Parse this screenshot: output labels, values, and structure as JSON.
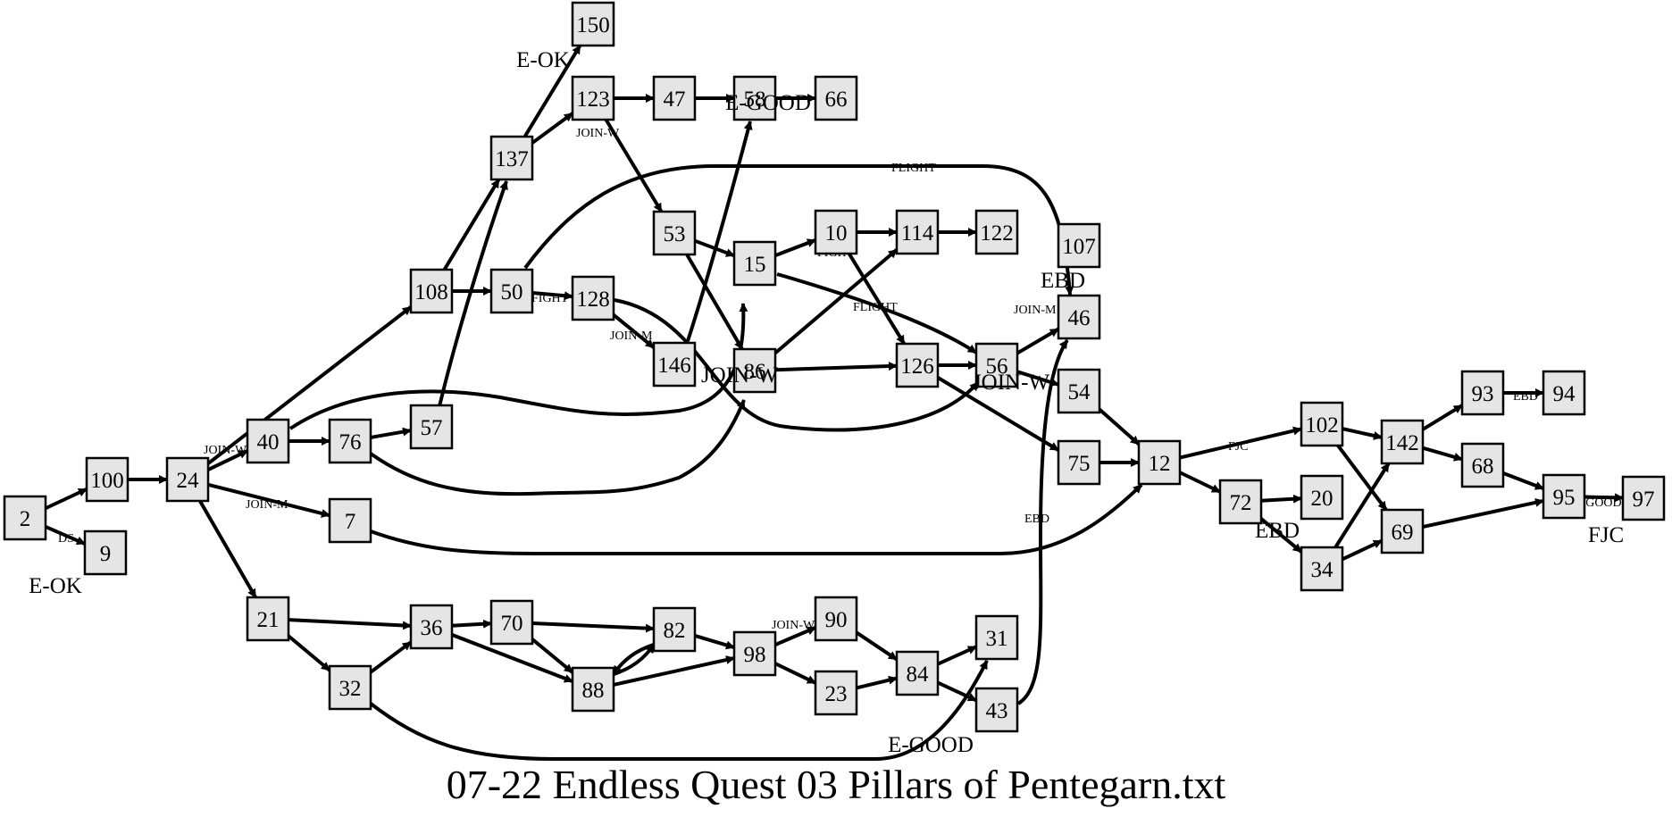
{
  "title": "07-22 Endless Quest 03 Pillars of Pentegarn.txt",
  "nodes": [
    {
      "id": "2",
      "label": "2"
    },
    {
      "id": "9",
      "label": "9"
    },
    {
      "id": "100",
      "label": "100"
    },
    {
      "id": "24",
      "label": "24"
    },
    {
      "id": "40",
      "label": "40"
    },
    {
      "id": "76",
      "label": "76"
    },
    {
      "id": "57",
      "label": "57"
    },
    {
      "id": "7",
      "label": "7"
    },
    {
      "id": "21",
      "label": "21"
    },
    {
      "id": "32",
      "label": "32"
    },
    {
      "id": "36",
      "label": "36"
    },
    {
      "id": "70",
      "label": "70"
    },
    {
      "id": "82",
      "label": "82"
    },
    {
      "id": "88",
      "label": "88"
    },
    {
      "id": "98",
      "label": "98"
    },
    {
      "id": "90",
      "label": "90"
    },
    {
      "id": "23",
      "label": "23"
    },
    {
      "id": "84",
      "label": "84"
    },
    {
      "id": "31",
      "label": "31"
    },
    {
      "id": "43",
      "label": "43"
    },
    {
      "id": "108",
      "label": "108"
    },
    {
      "id": "137",
      "label": "137"
    },
    {
      "id": "150",
      "label": "150"
    },
    {
      "id": "123",
      "label": "123"
    },
    {
      "id": "47",
      "label": "47"
    },
    {
      "id": "58",
      "label": "58"
    },
    {
      "id": "66",
      "label": "66"
    },
    {
      "id": "50",
      "label": "50"
    },
    {
      "id": "128",
      "label": "128"
    },
    {
      "id": "146",
      "label": "146"
    },
    {
      "id": "53",
      "label": "53"
    },
    {
      "id": "15",
      "label": "15"
    },
    {
      "id": "10",
      "label": "10"
    },
    {
      "id": "114",
      "label": "114"
    },
    {
      "id": "122",
      "label": "122"
    },
    {
      "id": "86",
      "label": "86"
    },
    {
      "id": "126",
      "label": "126"
    },
    {
      "id": "56",
      "label": "56"
    },
    {
      "id": "107",
      "label": "107"
    },
    {
      "id": "46",
      "label": "46"
    },
    {
      "id": "54",
      "label": "54"
    },
    {
      "id": "75",
      "label": "75"
    },
    {
      "id": "12",
      "label": "12"
    },
    {
      "id": "102",
      "label": "102"
    },
    {
      "id": "72",
      "label": "72"
    },
    {
      "id": "20",
      "label": "20"
    },
    {
      "id": "34",
      "label": "34"
    },
    {
      "id": "142",
      "label": "142"
    },
    {
      "id": "69",
      "label": "69"
    },
    {
      "id": "93",
      "label": "93"
    },
    {
      "id": "94",
      "label": "94"
    },
    {
      "id": "68",
      "label": "68"
    },
    {
      "id": "95",
      "label": "95"
    },
    {
      "id": "97",
      "label": "97"
    }
  ],
  "edges": [
    {
      "from": "2",
      "to": "100",
      "label": ""
    },
    {
      "from": "2",
      "to": "9",
      "label": "DS"
    },
    {
      "from": "100",
      "to": "24",
      "label": ""
    },
    {
      "from": "24",
      "to": "40",
      "label": "JOIN-W"
    },
    {
      "from": "24",
      "to": "108",
      "label": ""
    },
    {
      "from": "24",
      "to": "7",
      "label": "JOIN-M"
    },
    {
      "from": "24",
      "to": "21",
      "label": ""
    },
    {
      "from": "40",
      "to": "76",
      "label": ""
    },
    {
      "from": "40",
      "to": "15",
      "label": ""
    },
    {
      "from": "76",
      "to": "57",
      "label": ""
    },
    {
      "from": "76",
      "to": "86",
      "label": ""
    },
    {
      "from": "57",
      "to": "137",
      "label": ""
    },
    {
      "from": "7",
      "to": "12",
      "label": "EBD"
    },
    {
      "from": "21",
      "to": "36",
      "label": ""
    },
    {
      "from": "21",
      "to": "32",
      "label": ""
    },
    {
      "from": "32",
      "to": "36",
      "label": ""
    },
    {
      "from": "32",
      "to": "31",
      "label": ""
    },
    {
      "from": "36",
      "to": "70",
      "label": ""
    },
    {
      "from": "36",
      "to": "88",
      "label": ""
    },
    {
      "from": "70",
      "to": "82",
      "label": ""
    },
    {
      "from": "70",
      "to": "88",
      "label": ""
    },
    {
      "from": "82",
      "to": "88",
      "label": ""
    },
    {
      "from": "88",
      "to": "82",
      "label": ""
    },
    {
      "from": "82",
      "to": "98",
      "label": ""
    },
    {
      "from": "88",
      "to": "98",
      "label": ""
    },
    {
      "from": "98",
      "to": "90",
      "label": "JOIN-W"
    },
    {
      "from": "98",
      "to": "23",
      "label": ""
    },
    {
      "from": "90",
      "to": "84",
      "label": ""
    },
    {
      "from": "23",
      "to": "84",
      "label": ""
    },
    {
      "from": "84",
      "to": "31",
      "label": ""
    },
    {
      "from": "84",
      "to": "43",
      "label": ""
    },
    {
      "from": "43",
      "to": "46",
      "label": ""
    },
    {
      "from": "108",
      "to": "137",
      "label": ""
    },
    {
      "from": "108",
      "to": "50",
      "label": ""
    },
    {
      "from": "137",
      "to": "150",
      "label": ""
    },
    {
      "from": "137",
      "to": "123",
      "label": "JOIN-W"
    },
    {
      "from": "123",
      "to": "47",
      "label": ""
    },
    {
      "from": "123",
      "to": "53",
      "label": ""
    },
    {
      "from": "47",
      "to": "58",
      "label": ""
    },
    {
      "from": "58",
      "to": "66",
      "label": ""
    },
    {
      "from": "50",
      "to": "128",
      "label": "FIGHT"
    },
    {
      "from": "50",
      "to": "46",
      "label": "FLIGHT"
    },
    {
      "from": "128",
      "to": "146",
      "label": "JOIN-M"
    },
    {
      "from": "128",
      "to": "56",
      "label": ""
    },
    {
      "from": "146",
      "to": "58",
      "label": ""
    },
    {
      "from": "53",
      "to": "15",
      "label": ""
    },
    {
      "from": "53",
      "to": "86",
      "label": ""
    },
    {
      "from": "15",
      "to": "10",
      "label": "FIGHT"
    },
    {
      "from": "15",
      "to": "56",
      "label": ""
    },
    {
      "from": "10",
      "to": "114",
      "label": ""
    },
    {
      "from": "10",
      "to": "126",
      "label": ""
    },
    {
      "from": "114",
      "to": "122",
      "label": ""
    },
    {
      "from": "86",
      "to": "114",
      "label": "FLIGHT"
    },
    {
      "from": "86",
      "to": "126",
      "label": ""
    },
    {
      "from": "126",
      "to": "56",
      "label": ""
    },
    {
      "from": "126",
      "to": "75",
      "label": ""
    },
    {
      "from": "56",
      "to": "46",
      "label": "JOIN-M"
    },
    {
      "from": "56",
      "to": "54",
      "label": ""
    },
    {
      "from": "54",
      "to": "12",
      "label": ""
    },
    {
      "from": "75",
      "to": "12",
      "label": ""
    },
    {
      "from": "12",
      "to": "102",
      "label": "FJC"
    },
    {
      "from": "12",
      "to": "72",
      "label": ""
    },
    {
      "from": "72",
      "to": "20",
      "label": ""
    },
    {
      "from": "72",
      "to": "34",
      "label": ""
    },
    {
      "from": "34",
      "to": "142",
      "label": ""
    },
    {
      "from": "34",
      "to": "69",
      "label": ""
    },
    {
      "from": "102",
      "to": "142",
      "label": ""
    },
    {
      "from": "102",
      "to": "69",
      "label": ""
    },
    {
      "from": "142",
      "to": "93",
      "label": ""
    },
    {
      "from": "142",
      "to": "68",
      "label": ""
    },
    {
      "from": "93",
      "to": "94",
      "label": "EBD"
    },
    {
      "from": "68",
      "to": "95",
      "label": ""
    },
    {
      "from": "69",
      "to": "95",
      "label": ""
    },
    {
      "from": "95",
      "to": "97",
      "label": "E-GOOD"
    }
  ],
  "node_labels": [
    {
      "id": "9",
      "label": "E-OK"
    },
    {
      "id": "150",
      "label": "E-OK"
    },
    {
      "id": "58",
      "label": "E-GOOD"
    },
    {
      "id": "107",
      "label": "EBD"
    },
    {
      "id": "31",
      "label": "E-GOOD"
    },
    {
      "id": "20",
      "label": "EBD"
    },
    {
      "id": "97",
      "label": "FJC"
    },
    {
      "id": "56",
      "label": "JOIN-W"
    },
    {
      "id": "86",
      "label": "JOIN-W"
    }
  ]
}
